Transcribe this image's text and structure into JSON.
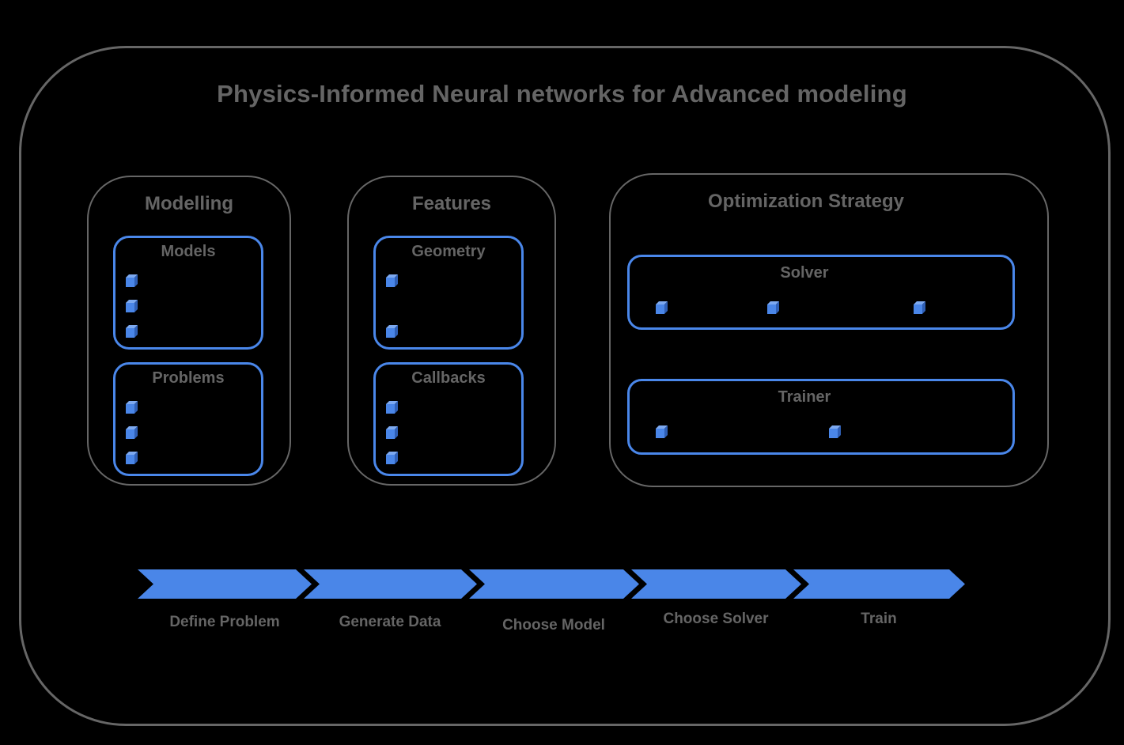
{
  "title": "Physics-Informed Neural networks for Advanced modeling",
  "colors": {
    "background": "#000000",
    "frame_gray": "#666666",
    "text_gray": "#656565",
    "arrow_blue": "#4a86e8",
    "box_border_blue": "#4a87ea",
    "cube_front": "#4a86e8",
    "cube_top": "#7da9f0",
    "cube_side": "#2f5fb5"
  },
  "groups": [
    {
      "label": "Modelling",
      "boxes": [
        {
          "label": "Models",
          "bullet_icon": "cube-icon",
          "bullet_count": 3
        },
        {
          "label": "Problems",
          "bullet_icon": "cube-icon",
          "bullet_count": 3
        }
      ]
    },
    {
      "label": "Features",
      "boxes": [
        {
          "label": "Geometry",
          "bullet_icon": "cube-icon",
          "bullet_count": 2
        },
        {
          "label": "Callbacks",
          "bullet_icon": "cube-icon",
          "bullet_count": 3
        }
      ]
    },
    {
      "label": "Optimization Strategy",
      "boxes": [
        {
          "label": "Solver",
          "bullet_icon": "cube-icon",
          "bullet_count": 3
        },
        {
          "label": "Trainer",
          "bullet_icon": "cube-icon",
          "bullet_count": 2
        }
      ]
    }
  ],
  "process_flow": {
    "steps": [
      {
        "label": "Define Problem"
      },
      {
        "label": "Generate Data"
      },
      {
        "label": "Choose Model"
      },
      {
        "label": "Choose Solver"
      },
      {
        "label": "Train"
      }
    ]
  }
}
